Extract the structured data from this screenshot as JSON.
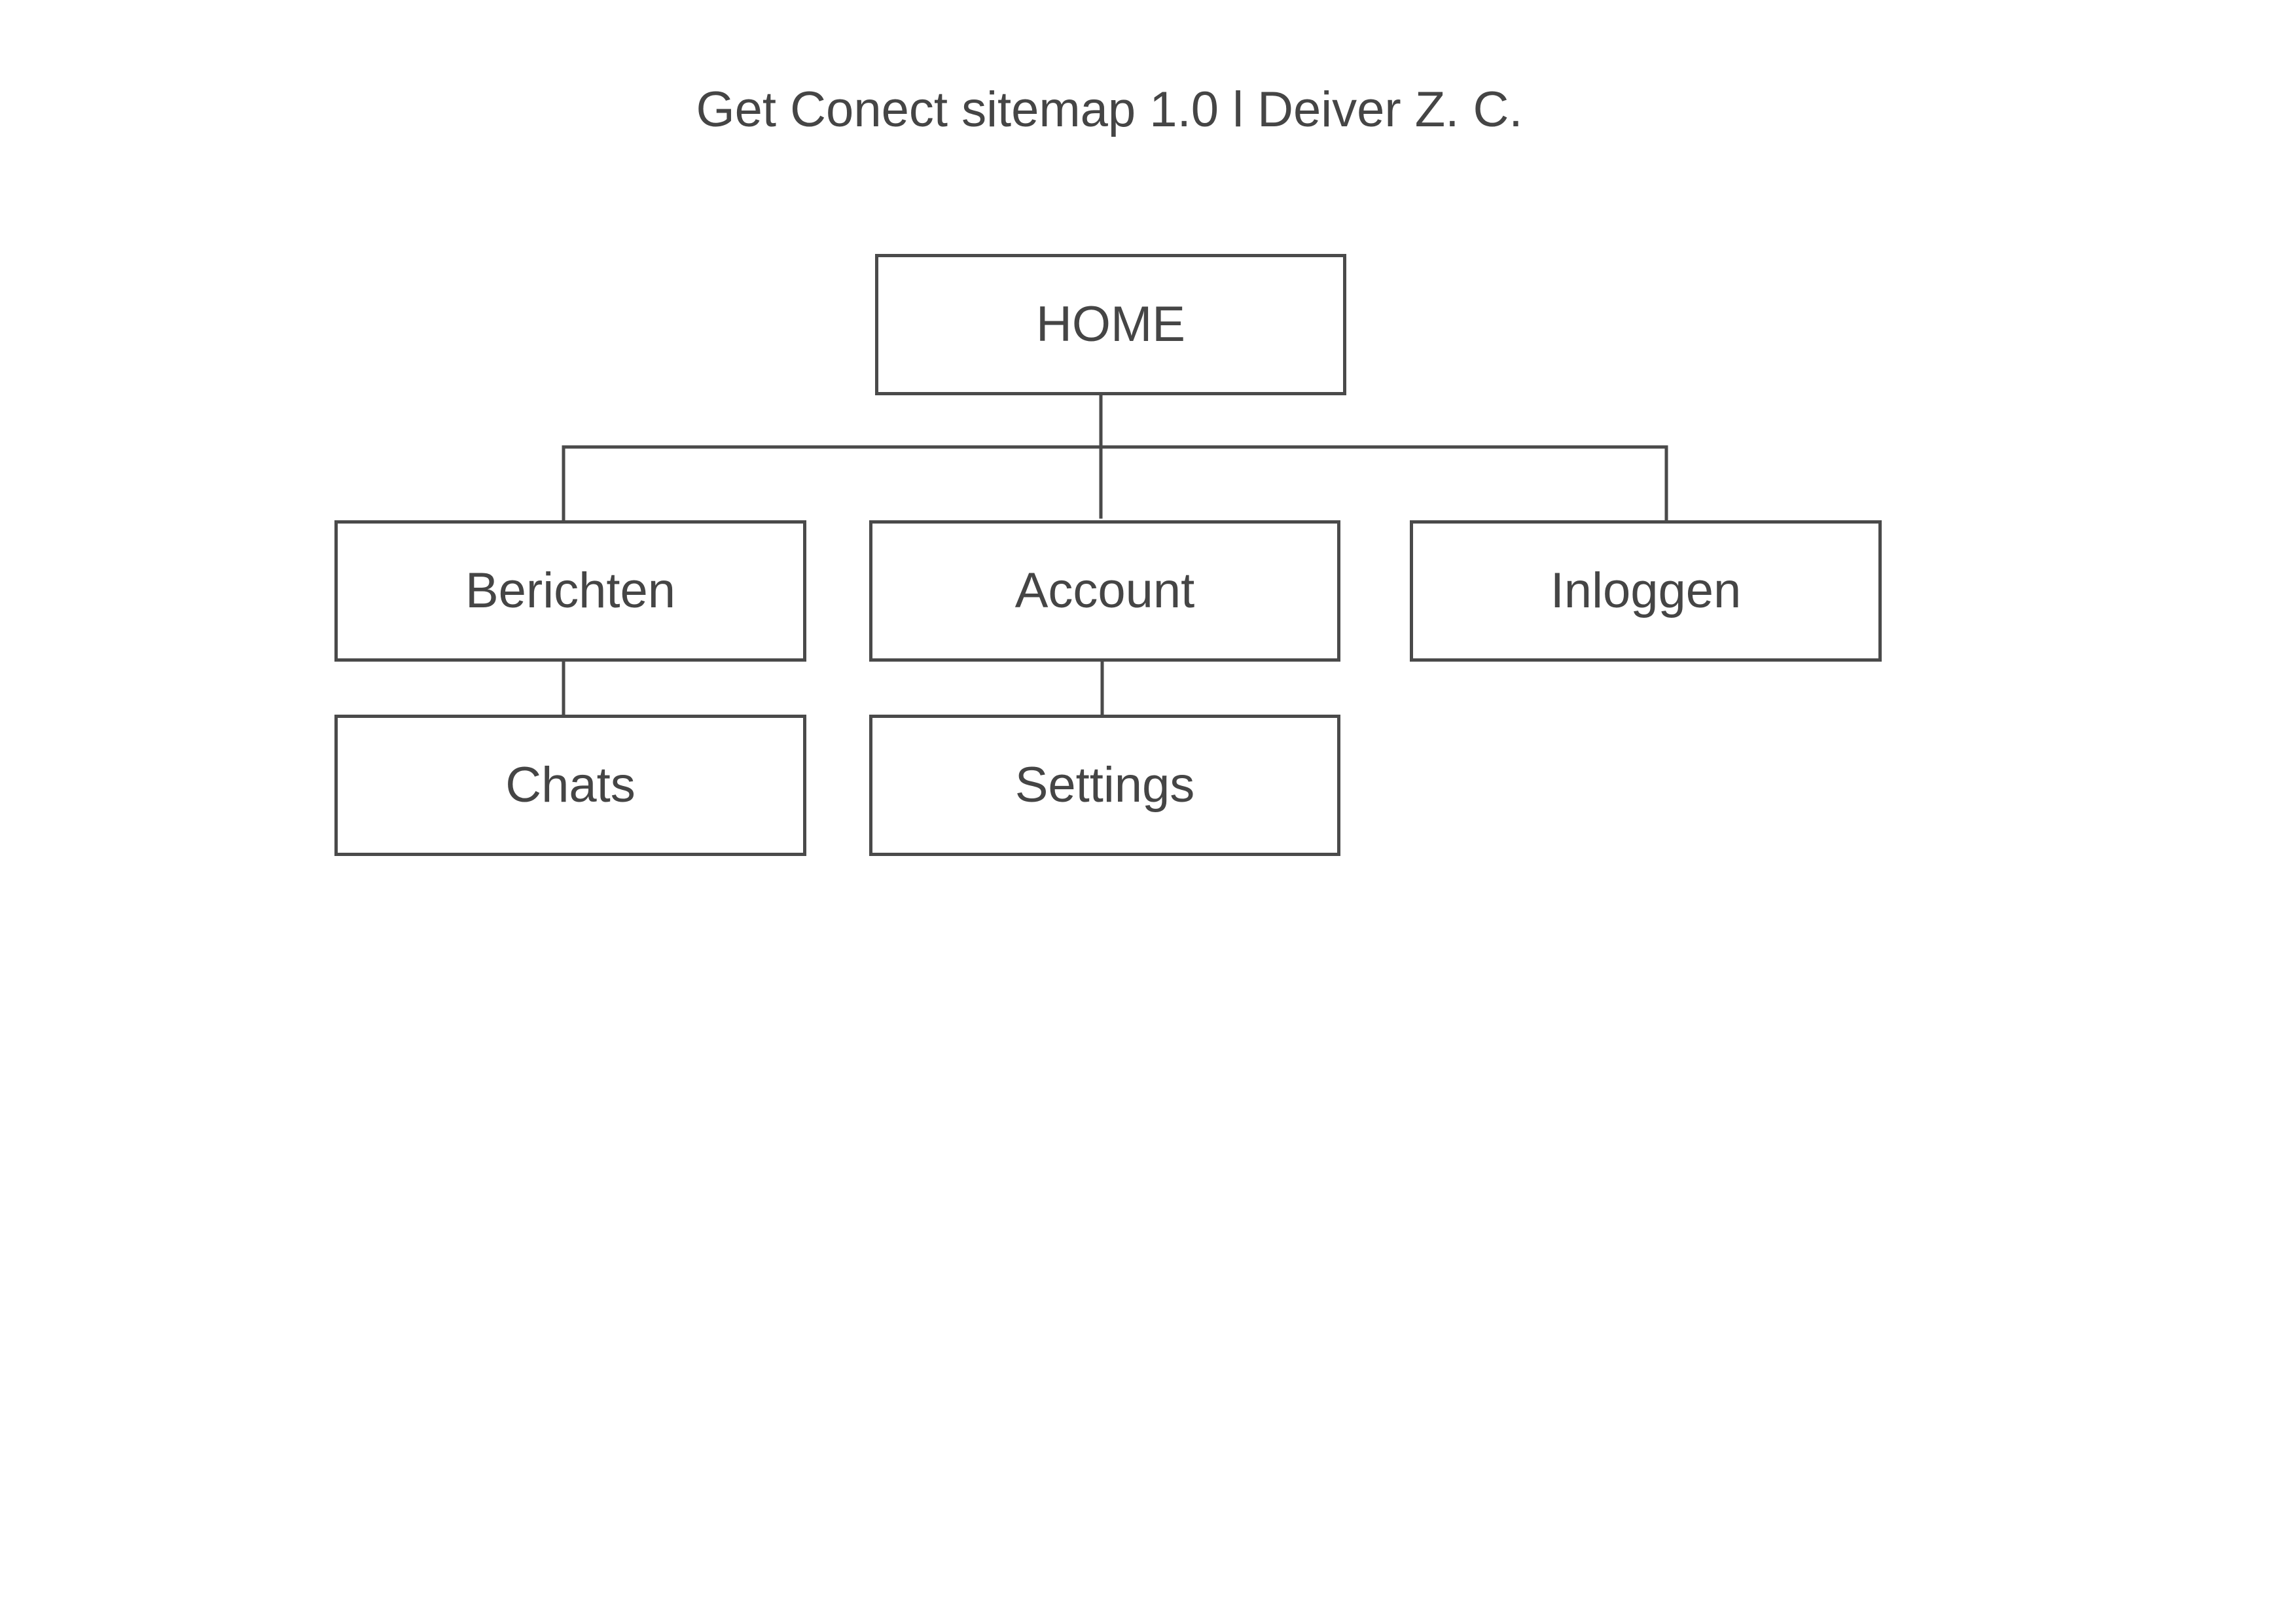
{
  "title": "Get Conect sitemap 1.0 l Deiver Z. C.",
  "nodes": {
    "home": "HOME",
    "berichten": "Berichten",
    "account": "Account",
    "inloggen": "Inloggen",
    "chats": "Chats",
    "settings": "Settings"
  },
  "edges": [
    [
      "home",
      "berichten"
    ],
    [
      "home",
      "account"
    ],
    [
      "home",
      "inloggen"
    ],
    [
      "berichten",
      "chats"
    ],
    [
      "account",
      "settings"
    ]
  ],
  "colors": {
    "line": "#4a4a4a",
    "text": "#454545",
    "background": "#ffffff"
  }
}
